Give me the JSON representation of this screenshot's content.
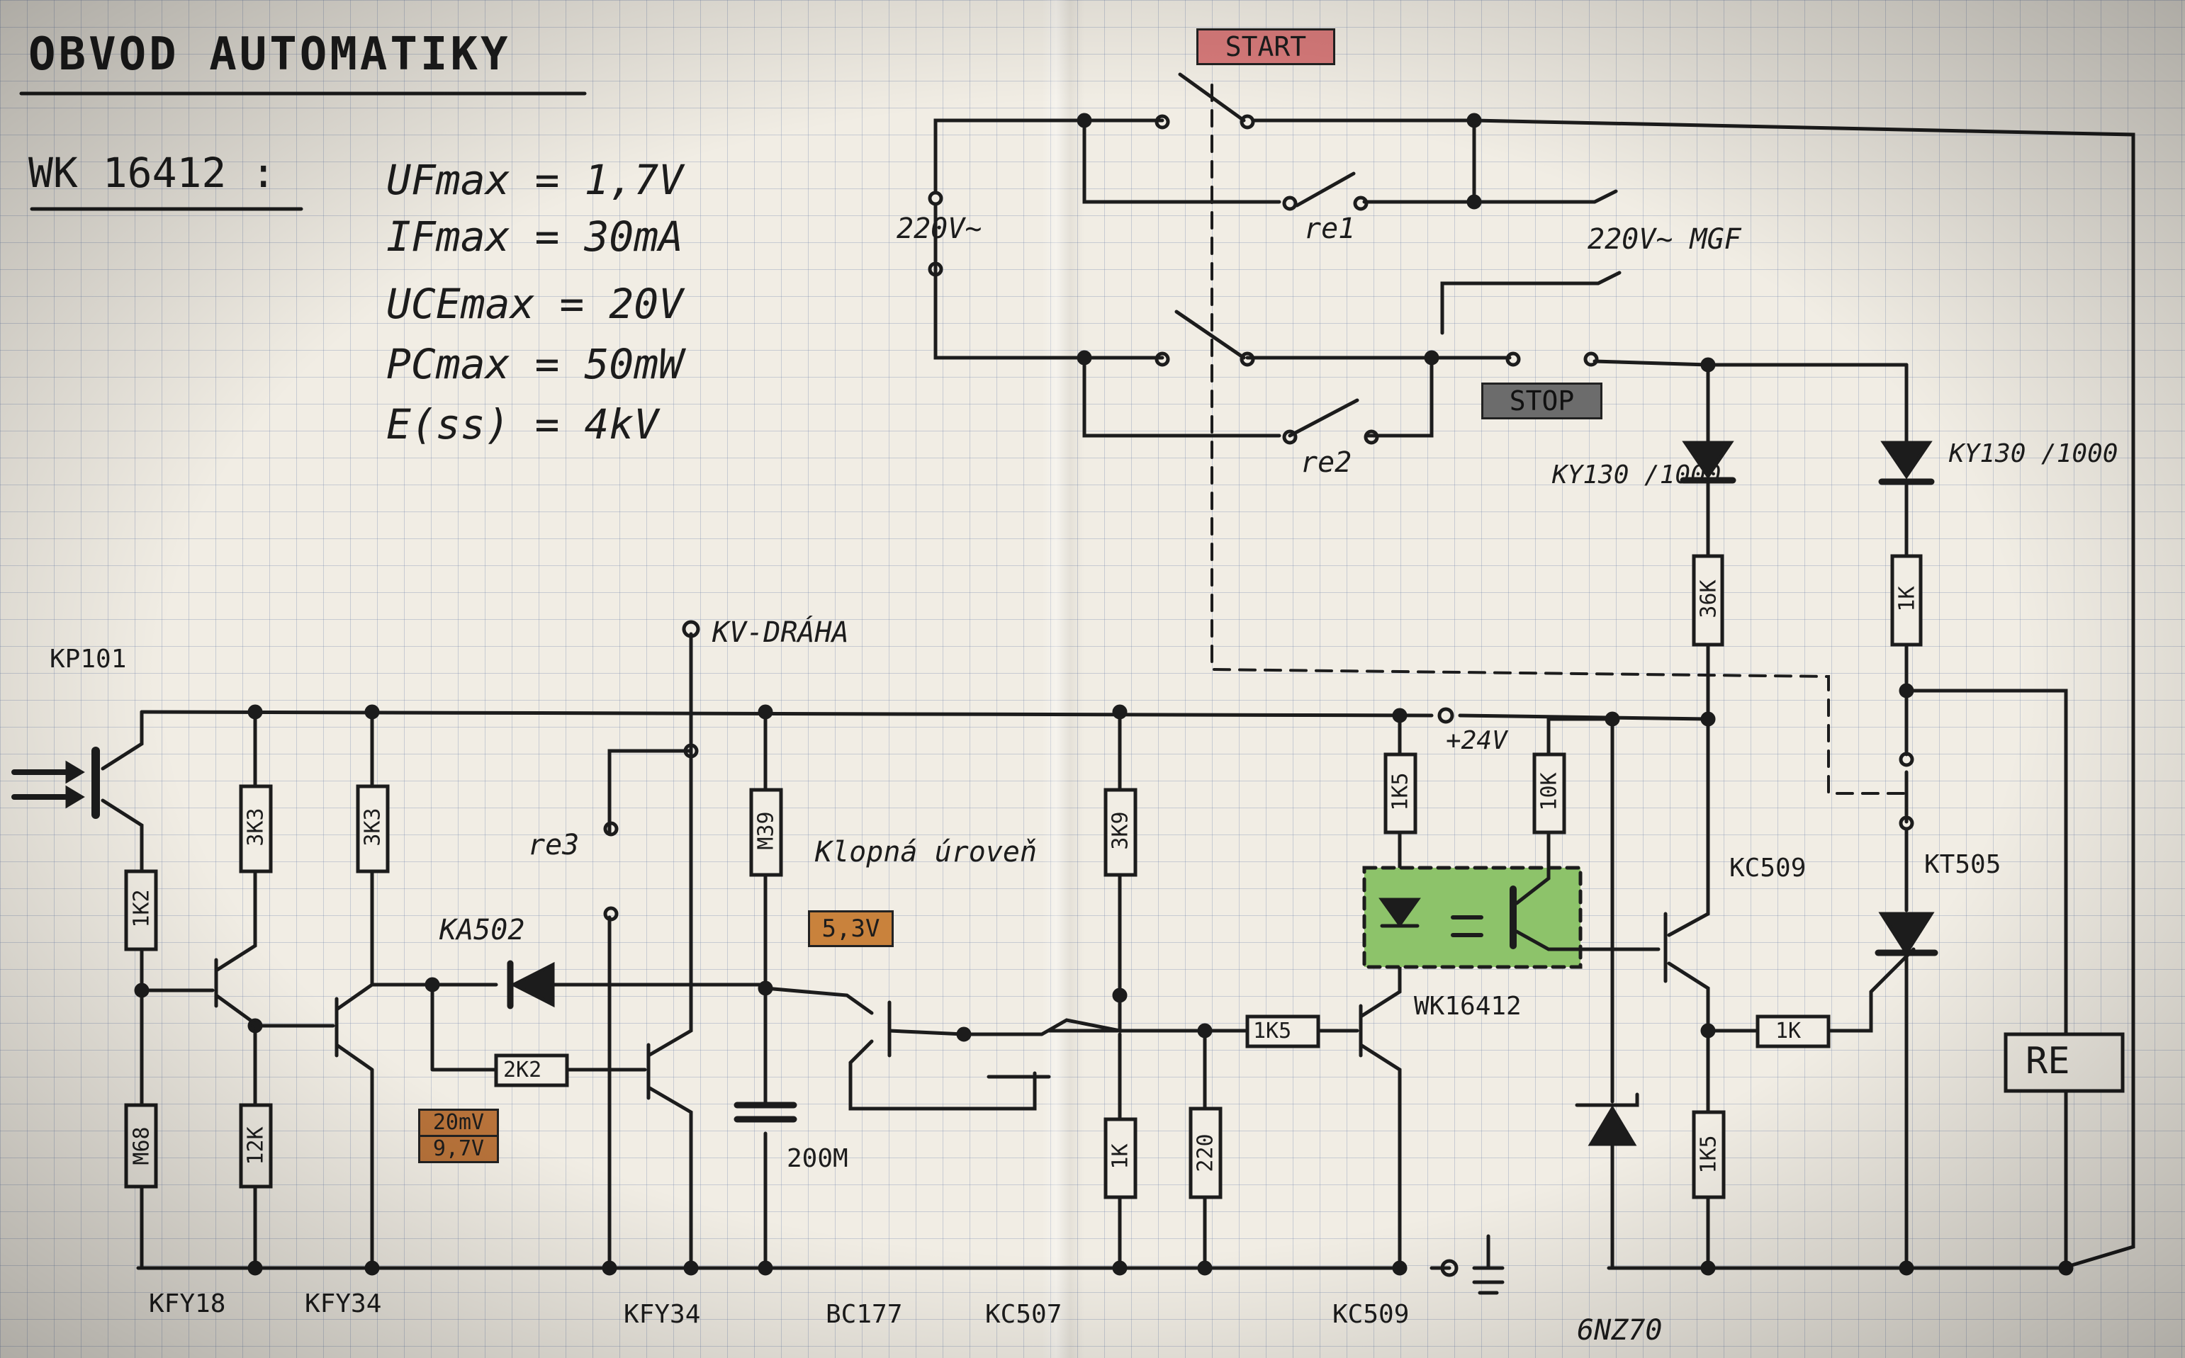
{
  "title": "OBVOD AUTOMATIKY",
  "optocoupler_spec": {
    "name": "WK 16412 :",
    "params": [
      "UFmax = 1,7V",
      "IFmax = 30mA",
      "UCEmax = 20V",
      "PCmax = 50mW",
      "E(ss) = 4kV"
    ]
  },
  "mains_labels": {
    "supply": "220V~",
    "mgf": "220V~ MGF"
  },
  "buttons": {
    "start": "START",
    "stop": "STOP"
  },
  "relay_contacts": {
    "re1": "re1",
    "re2": "re2",
    "re3": "re3"
  },
  "rails": {
    "supply": "+24V",
    "kv_draha": "KV-DRÁHA"
  },
  "diodes": {
    "ky130_left": "KY130 /1000",
    "ky130_right": "KY130 /1000",
    "ka502": "KA502",
    "zener": "6NZ70"
  },
  "resistors": {
    "r_1k2": "1K2",
    "r_m68": "M68",
    "r_3k3_a": "3K3",
    "r_12k": "12K",
    "r_3k3_b": "3K3",
    "r_2k2": "2K2",
    "r_m39": "M39",
    "r_3k9": "3K9",
    "r_1k_a": "1K",
    "r_220": "220",
    "r_1k5_a": "1K5",
    "r_1k5_b": "1K5",
    "r_10k": "10K",
    "r_36k": "36K",
    "r_1k_b": "1K",
    "r_1k_c": "1K",
    "r_1k5_c": "1K5"
  },
  "capacitor": {
    "c1": "200M"
  },
  "threshold": {
    "label": "Klopná úroveň",
    "value": "5,3V"
  },
  "voltage_tag": {
    "line1": "20mV",
    "line2": "9,7V"
  },
  "transistors": {
    "kp101": "KP101",
    "kfy18": "KFY18",
    "kfy34_a": "KFY34",
    "kfy34_b": "KFY34",
    "bc177": "BC177",
    "kc507": "KC507",
    "kc509_a": "KC509",
    "kc509_b": "KC509",
    "kt505": "KT505"
  },
  "opto": {
    "name": "WK16412"
  },
  "relay_box": {
    "label": "RE"
  },
  "colors": {
    "ink": "#1c1c1c",
    "start_tag": "#d77a7a",
    "stop_tag": "#6c6c6c",
    "threshold_tag": "#c9823c",
    "voltage_tag": "#b8733a",
    "opto_fill": "#8dc36a"
  }
}
